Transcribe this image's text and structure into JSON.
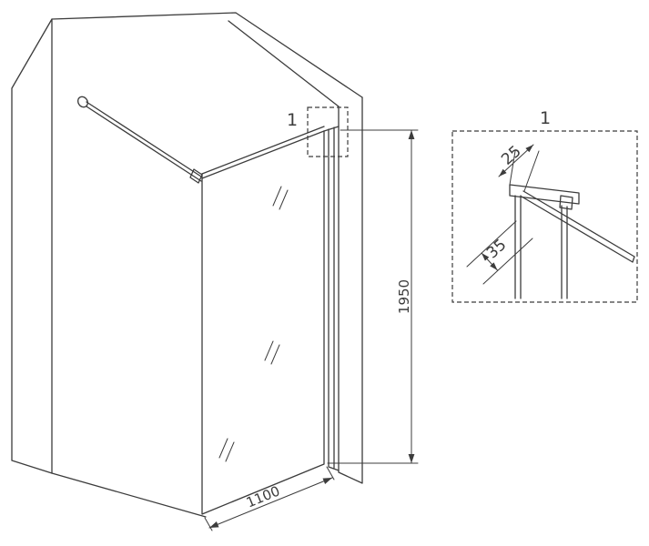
{
  "drawing": {
    "callout_label": "1",
    "detail_title": "1",
    "dimensions": {
      "height": "1950",
      "width": "1100",
      "detail_top": "25",
      "detail_side": "35"
    }
  },
  "colors": {
    "line": "#3c3c3c",
    "background": "#ffffff"
  }
}
